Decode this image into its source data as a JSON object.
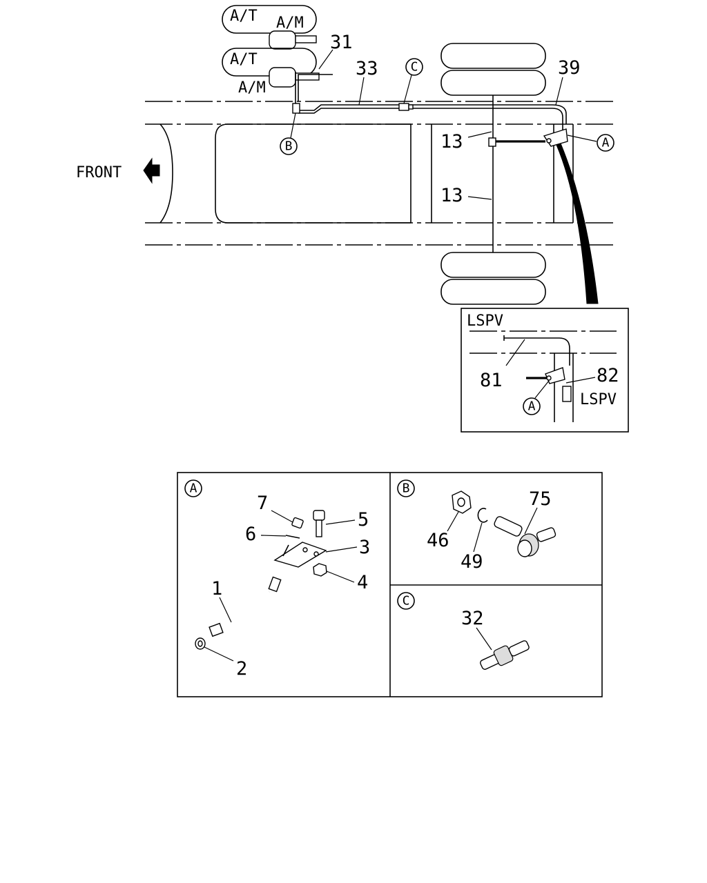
{
  "diagram": {
    "direction_label": "FRONT",
    "variant_labels": [
      {
        "top": "A/T",
        "right": "A/M"
      },
      {
        "top": "A/T",
        "bottom": "A/M"
      }
    ],
    "callouts": {
      "c31": "31",
      "c33": "33",
      "c39": "39",
      "c13a": "13",
      "c13b": "13"
    },
    "markers": {
      "top_A": "A",
      "top_B": "B",
      "top_C": "C"
    },
    "inset": {
      "title": "LSPV",
      "c81": "81",
      "c82": "82",
      "sub_label": "LSPV",
      "marker": "A"
    },
    "detail_panels": [
      {
        "marker": "A",
        "callouts": [
          "1",
          "2",
          "3",
          "4",
          "5",
          "6",
          "7"
        ]
      },
      {
        "marker": "B",
        "callouts": [
          "46",
          "49",
          "75"
        ]
      },
      {
        "marker": "C",
        "callouts": [
          "32"
        ]
      }
    ]
  }
}
